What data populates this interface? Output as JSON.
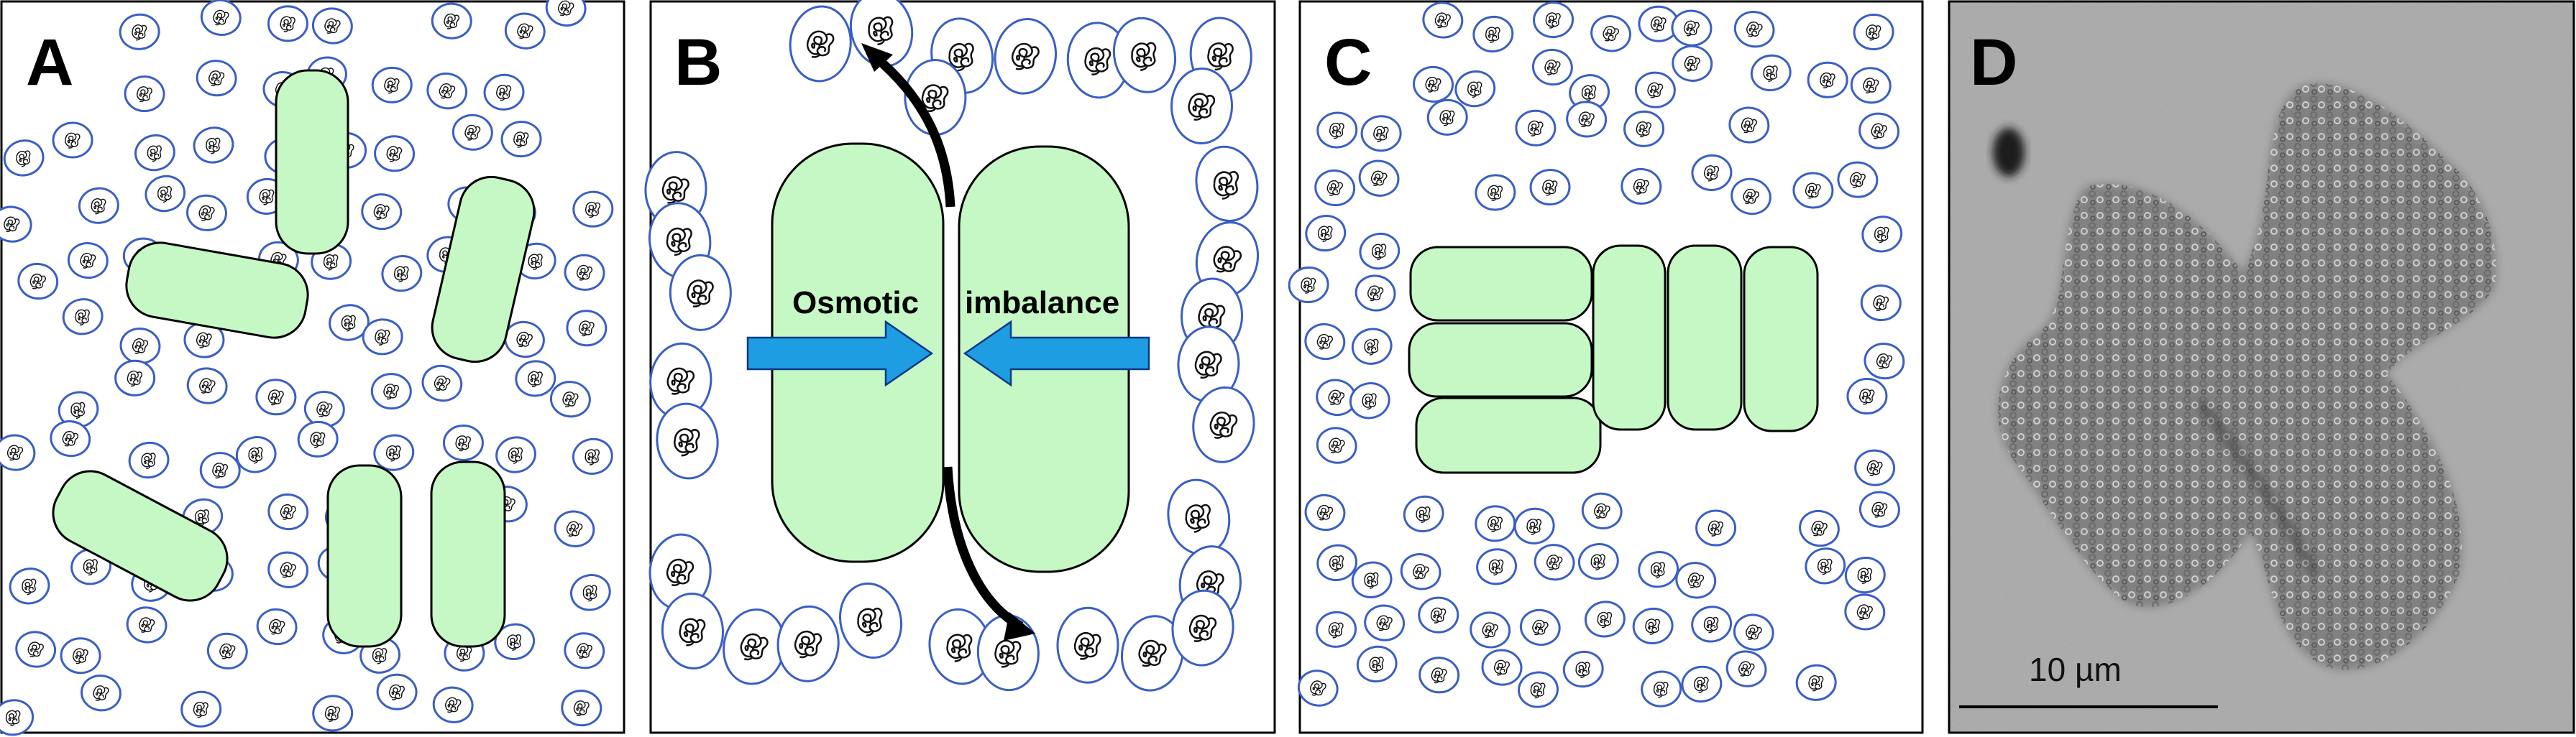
{
  "figure": {
    "panels": [
      {
        "letter": "A"
      },
      {
        "letter": "B",
        "label_left": "Osmotic",
        "label_right": "imbalance"
      },
      {
        "letter": "C"
      },
      {
        "letter": "D",
        "scale_label": "10 µm"
      }
    ],
    "colors": {
      "cell_fill": "#c5f8c4",
      "molecule_ring": "#3a5fc4",
      "arrow_blue": "#1e9de2",
      "micrograph_bg": "#a9a9a9"
    }
  }
}
